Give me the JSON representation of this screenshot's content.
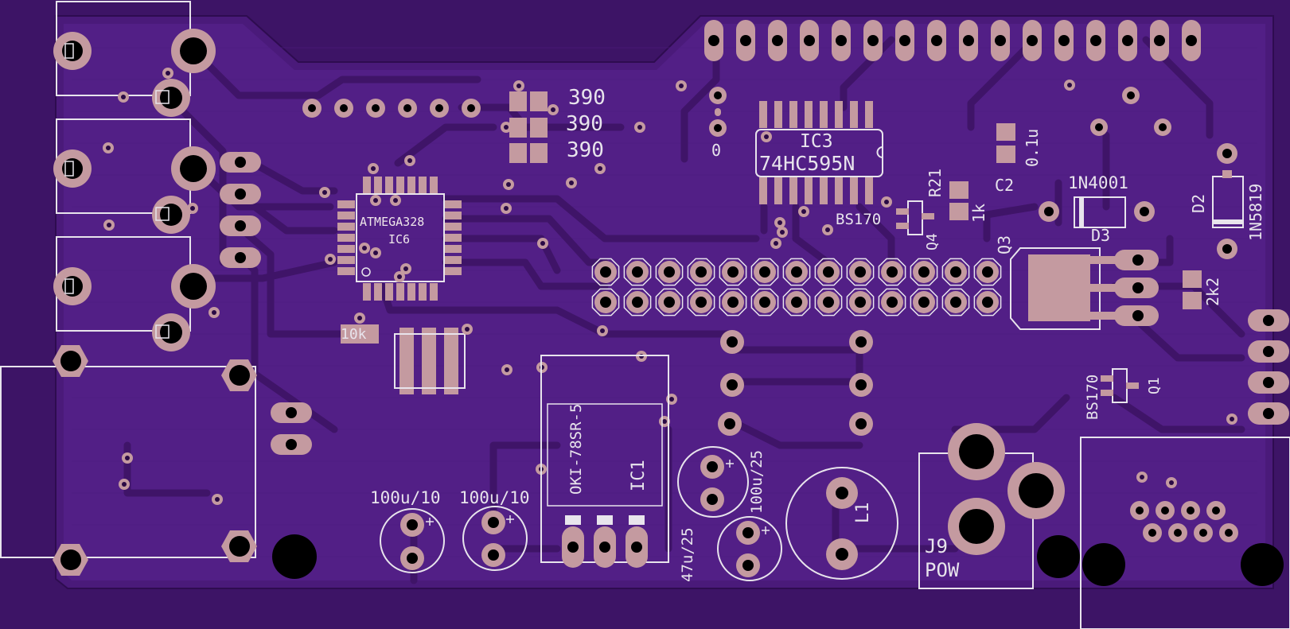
{
  "colors": {
    "background": "#3d1466",
    "board": "#4a1a7a",
    "copper_pour": "#521f86",
    "trace": "#3f1468",
    "pad": "#c49aa0",
    "hole": "#000000",
    "silkscreen": "#e8e4ec"
  },
  "labels": {
    "res_390_a": "390",
    "res_390_b": "390",
    "res_390_c": "390",
    "res_0": "0",
    "ic3_ref": "IC3",
    "ic3_part": "74HC595N",
    "c_01u": "0.1u",
    "c2": "C2",
    "r21": "R21",
    "r_1k": "1k",
    "bs170_q4": "BS170",
    "q4": "Q4",
    "d3_part": "1N4001",
    "d3_ref": "D3",
    "d2_ref": "D2",
    "d2_part": "1N5819",
    "q3": "Q3",
    "r_2k2": "2k2",
    "ic6_part": "ATMEGA328",
    "ic6_ref": "IC6",
    "r_10k": "10k",
    "ic1_part": "OKI-78SR-5",
    "ic1_ref": "IC1",
    "c_100u10_a": "100u/10",
    "c_100u10_b": "100u/10",
    "c_47u25": "47u/25",
    "c_100u25": "100u/25",
    "l1": "L1",
    "j9_ref": "J9",
    "j9_name": "POW",
    "bs170_q1": "BS170",
    "q1": "Q1"
  }
}
